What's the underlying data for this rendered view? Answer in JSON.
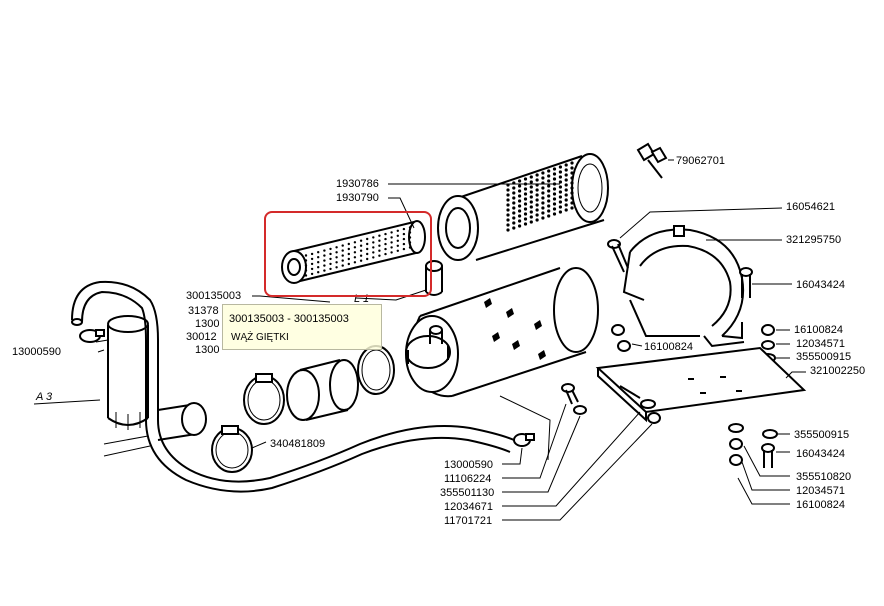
{
  "highlight": {
    "color": "#d42a2a"
  },
  "tooltip": {
    "title": "300135003 - 300135003",
    "subtitle": "WĄŻ GIĘTKI",
    "background": "#ffffdc"
  },
  "labels": {
    "p79062701": "79062701",
    "p1930786": "1930786",
    "p1930790": "1930790",
    "p16054621": "16054621",
    "p321295750": "321295750",
    "p16043424a": "16043424",
    "p300135003": "300135003",
    "p31378": "31378",
    "p13001": "1300",
    "p30012": "30012",
    "p13002": "1300",
    "p13000590a": "13000590",
    "pA3": "A 3",
    "pL1": "L 1",
    "p16100824a": "16100824",
    "p12034571a": "12034571",
    "p355500915a": "355500915",
    "p321002250": "321002250",
    "p340481809": "340481809",
    "p355500915b": "355500915",
    "p16043424b": "16043424",
    "p355510820": "355510820",
    "p12034571b": "12034571",
    "p16100824b": "16100824",
    "p16100824c": "16100824",
    "p13000590b": "13000590",
    "p11106224": "11106224",
    "p355501130": "355501130",
    "p12034671": "12034671",
    "p11701721": "11701721"
  }
}
